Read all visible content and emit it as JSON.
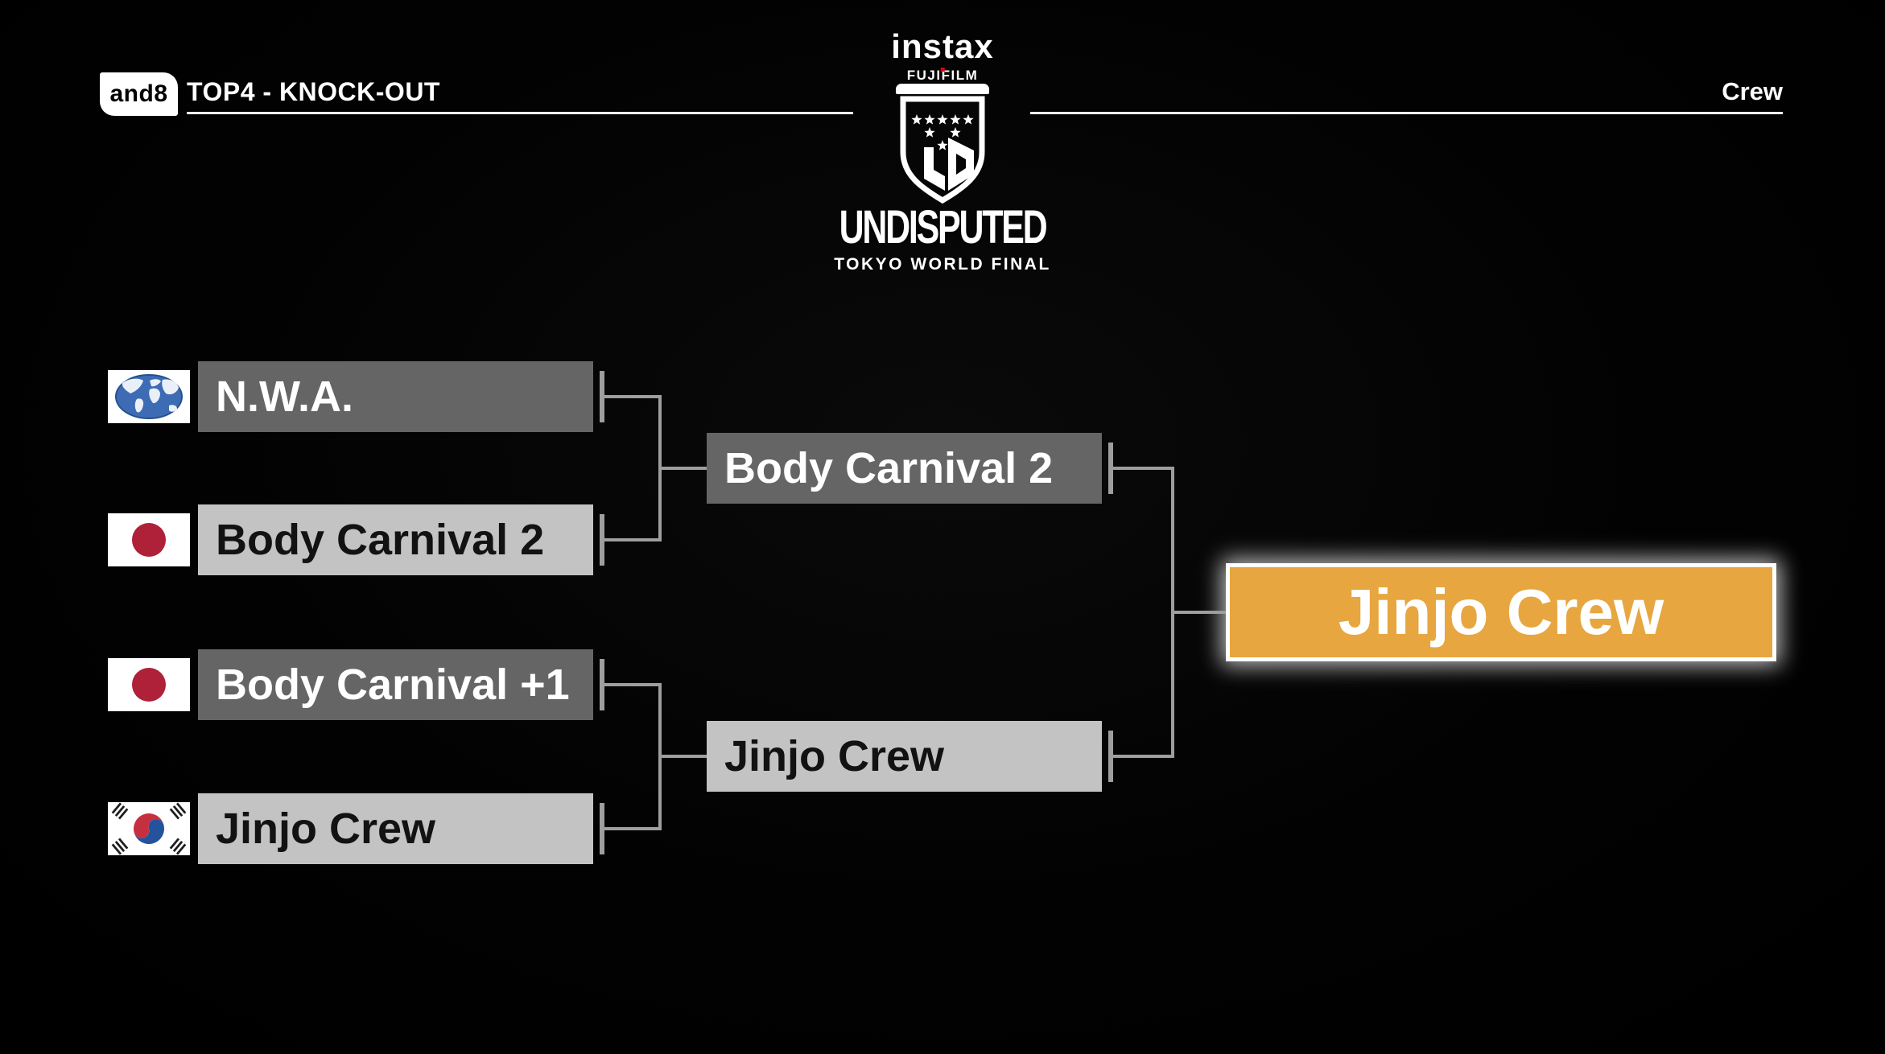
{
  "header": {
    "badge": "and8",
    "title": "TOP4 - KNOCK-OUT",
    "right_label": "Crew"
  },
  "event": {
    "brand": "instax",
    "brand_sub": "FUJIFILM",
    "name": "UNDISPUTED",
    "subtitle": "TOKYO WORLD FINAL"
  },
  "bracket": {
    "round1": [
      {
        "name": "N.W.A.",
        "flag": "world",
        "style": "dark"
      },
      {
        "name": "Body Carnival 2",
        "flag": "japan",
        "style": "light"
      },
      {
        "name": "Body Carnival +1",
        "flag": "japan",
        "style": "dark"
      },
      {
        "name": "Jinjo Crew",
        "flag": "korea",
        "style": "light"
      }
    ],
    "round2": [
      {
        "name": "Body Carnival 2",
        "style": "dark"
      },
      {
        "name": "Jinjo Crew",
        "style": "light"
      }
    ],
    "champion": {
      "name": "Jinjo Crew"
    }
  },
  "colors": {
    "background": "#000000",
    "bar_dark": "#656565",
    "bar_light": "#C3C3C3",
    "winner_fill": "#E7A63F",
    "winner_border": "#FFFFFF",
    "connector": "#9E9E9E",
    "text_on_dark": "#FFFFFF",
    "text_on_light": "#121212",
    "japan_flag_red": "#AE2139",
    "korea_taegeuk_red": "#C53040",
    "korea_taegeuk_blue": "#24539E",
    "world_flag_blue": "#3D6CB4",
    "fujifilm_accent_red": "#D7000F"
  }
}
